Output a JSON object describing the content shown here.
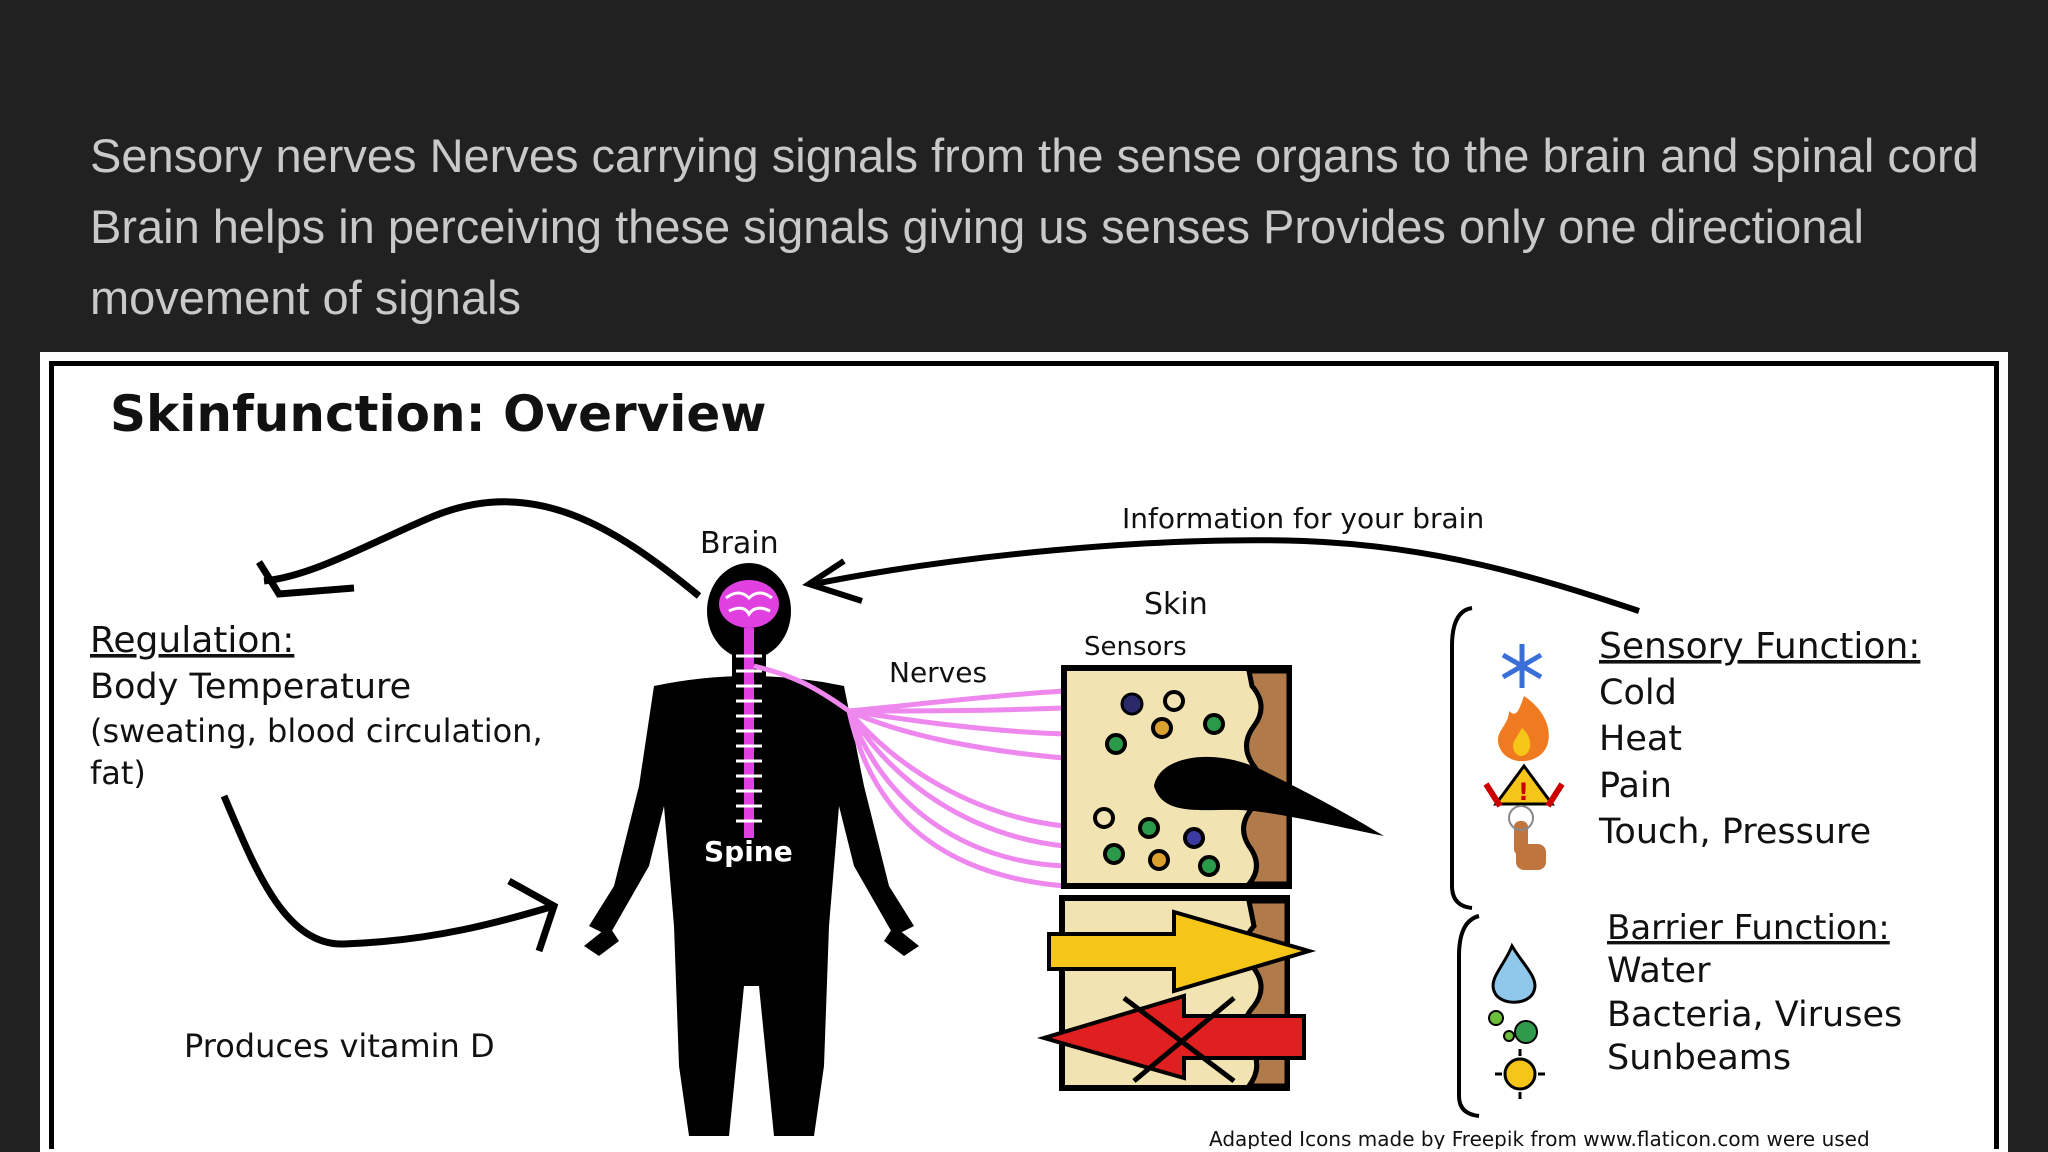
{
  "slide": {
    "text": "Sensory nerves  Nerves carrying signals from the sense organs to the brain and spinal cord  Brain helps in perceiving these signals giving us senses  Provides only one directional movement of signals"
  },
  "figure": {
    "title": "Skinfunction: Overview",
    "info_label": "Information for your brain",
    "brain_label": "Brain",
    "skin_label": "Skin",
    "sensors_label": "Sensors",
    "nerves_label": "Nerves",
    "spine_label": "Spine",
    "regulation": {
      "heading": "Regulation:",
      "line1": "Body Temperature",
      "line2": "(sweating, blood circulation,",
      "line3": "fat)"
    },
    "vitamin_label": "Produces vitamin D",
    "sensory": {
      "heading": "Sensory Function:",
      "items": [
        "Cold",
        "Heat",
        "Pain",
        "Touch, Pressure"
      ]
    },
    "barrier": {
      "heading": "Barrier Function:",
      "items": [
        "Water",
        "Bacteria, Viruses",
        "Sunbeams"
      ]
    },
    "credit": "Adapted Icons made by Freepik from www.flaticon.com were used",
    "icons": [
      "snowflake-icon",
      "fire-icon",
      "pain-warning-icon",
      "touch-hand-icon",
      "water-drop-icon",
      "bacteria-icon",
      "sun-icon"
    ],
    "colors": {
      "nerve": "#ee88ee",
      "arrow_in": "#f5c518",
      "arrow_out": "#e02020",
      "skin": "#f2e3b3",
      "brain": "#e040e0"
    }
  }
}
